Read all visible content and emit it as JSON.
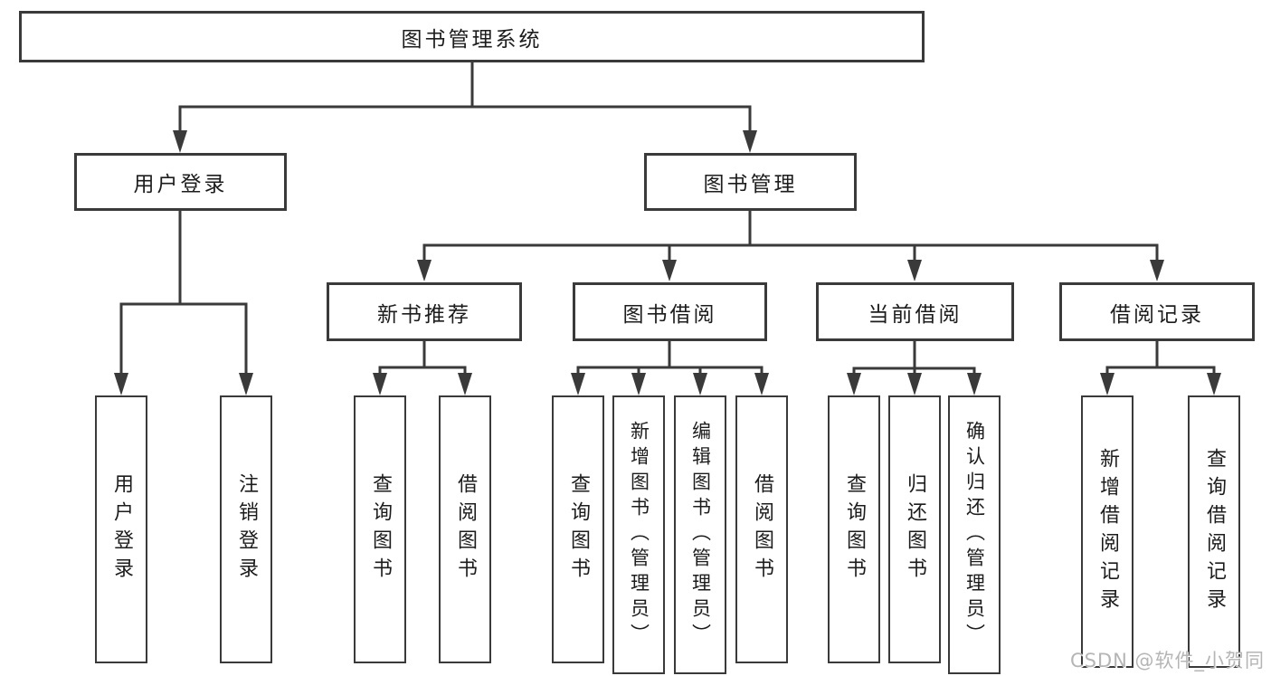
{
  "tree": {
    "label": "图书管理系统",
    "children": [
      {
        "label": "用户登录",
        "children": [
          {
            "label": "用户登录"
          },
          {
            "label": "注销登录"
          }
        ]
      },
      {
        "label": "图书管理",
        "children": [
          {
            "label": "新书推荐",
            "children": [
              {
                "label": "查询图书"
              },
              {
                "label": "借阅图书"
              }
            ]
          },
          {
            "label": "图书借阅",
            "children": [
              {
                "label": "查询图书"
              },
              {
                "label": "新增图书（管理员）"
              },
              {
                "label": "编辑图书（管理员）"
              },
              {
                "label": "借阅图书"
              }
            ]
          },
          {
            "label": "当前借阅",
            "children": [
              {
                "label": "查询图书"
              },
              {
                "label": "归还图书"
              },
              {
                "label": "确认归还（管理员）"
              }
            ]
          },
          {
            "label": "借阅记录",
            "children": [
              {
                "label": "新增借阅记录"
              },
              {
                "label": "查询借阅记录"
              }
            ]
          }
        ]
      }
    ]
  },
  "watermark": {
    "text": "CSDN @软件_小贺同学"
  },
  "colors": {
    "line": "#3a3a3a",
    "text": "#1c1c1c",
    "watermark": "#b5b5b5",
    "background": "#ffffff"
  }
}
